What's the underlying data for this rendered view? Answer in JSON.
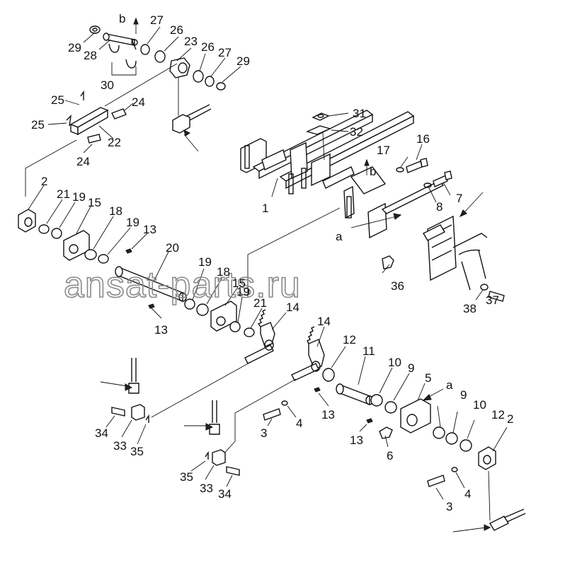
{
  "labels": {
    "l29a": "29",
    "l28": "28",
    "lb1": "b",
    "l27a": "27",
    "l26a": "26",
    "l23": "23",
    "l26b": "26",
    "l27b": "27",
    "l29b": "29",
    "l30": "30",
    "l25a": "25",
    "l25b": "25",
    "l24a": "24",
    "l22": "22",
    "l24b": "24",
    "l31": "31",
    "l32": "32",
    "l16": "16",
    "l17": "17",
    "lb2": "b",
    "l7": "7",
    "l8": "8",
    "l1": "1",
    "la1": "a",
    "l2a": "2",
    "l21a": "21",
    "l19a": "19",
    "l15a": "15",
    "l18a": "18",
    "l19b": "19",
    "l13a": "13",
    "l20": "20",
    "l19c": "19",
    "l18b": "18",
    "l15b": "15",
    "l19d": "19",
    "l21b": "21",
    "l14a": "14",
    "l13b": "13",
    "l36": "36",
    "l38": "38",
    "l37": "37",
    "l14b": "14",
    "l12a": "12",
    "l11": "11",
    "l10a": "10",
    "l9a": "9",
    "l5": "5",
    "la2": "a",
    "l34a": "34",
    "l33a": "33",
    "l35a": "35",
    "l3a": "3",
    "l4a": "4",
    "l13c": "13",
    "l13d": "13",
    "l6": "6",
    "l9b": "9",
    "l10b": "10",
    "l12b": "12",
    "l2b": "2",
    "l35b": "35",
    "l33b": "33",
    "l34b": "34",
    "l4b": "4",
    "l3b": "3"
  },
  "watermark": "ansat-parts.ru"
}
